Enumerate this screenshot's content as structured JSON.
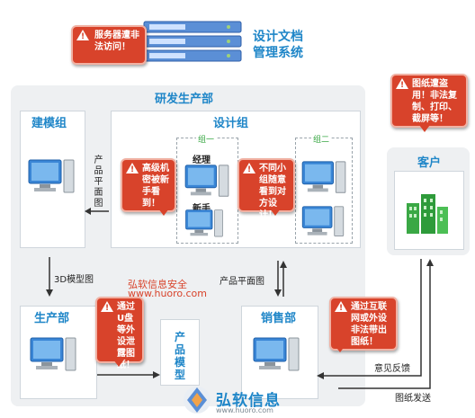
{
  "server_alert": "服务器遭非法访问！",
  "doc_system_title": [
    "设计文档",
    "管理系统"
  ],
  "rd_title": "研发生产部",
  "modeling_title": "建模组",
  "design_title": "设计组",
  "group1_label": "组一",
  "group2_label": "组二",
  "manager_label": "经理",
  "newbie_label": "新手",
  "alert_senior": "高级机密被新手看到！",
  "alert_groups": "不同小组随意看到对方设计！",
  "product_plan_vertical": "产品平面图",
  "model_3d_label": "3D模型图",
  "product_plan_label": "产品平面图",
  "watermark_company": "弘软信息安全",
  "watermark_url": "www.huoro.com",
  "production_title": "生产部",
  "alert_usb": "通过U盘等外设泄露图纸！",
  "product_model": "产品模型",
  "sales_title": "销售部",
  "alert_internet": "通过互联网或外设非法带出图纸！",
  "customer_title": "客户",
  "alert_customer": "图纸遭盗用！非法复制、打印、截屏等！",
  "feedback_label": "意见反馈",
  "send_label": "图纸发送",
  "logo_text": "弘软信息",
  "logo_url": "www.huoro.com",
  "colors": {
    "title_blue": "#1f86c8",
    "alert_red": "#d8432b",
    "building_green": "#3aa845",
    "server_blue": "#4a7bc0"
  }
}
